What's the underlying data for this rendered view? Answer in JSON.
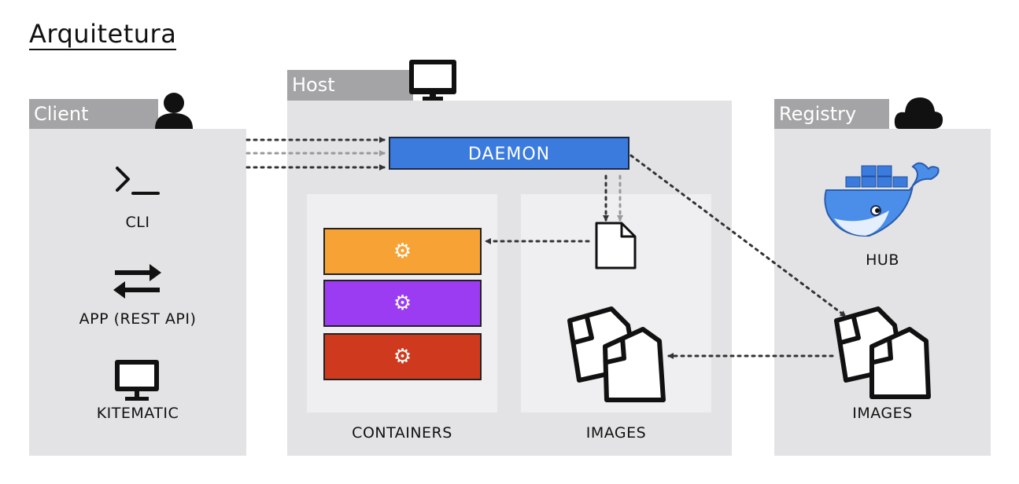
{
  "title": "Arquitetura",
  "client": {
    "label": "Client",
    "items": [
      {
        "label": "CLI",
        "icon": "terminal-icon"
      },
      {
        "label": "APP (REST API)",
        "icon": "swap-arrows-icon"
      },
      {
        "label": "KITEMATIC",
        "icon": "monitor-icon"
      }
    ],
    "header_icon": "user-icon"
  },
  "host": {
    "label": "Host",
    "header_icon": "monitor-icon",
    "daemon": "DAEMON",
    "containers_caption": "CONTAINERS",
    "images_caption": "IMAGES",
    "container_colors": [
      "#f7a234",
      "#9b3cf2",
      "#cf3a1f"
    ]
  },
  "registry": {
    "label": "Registry",
    "header_icon": "cloud-icon",
    "hub_caption": "HUB",
    "images_caption": "IMAGES",
    "logo_icon": "docker-whale-icon"
  },
  "colors": {
    "panel": "#e3e3e5",
    "panel_label": "#a4a4a6",
    "daemon": "#3b7bde"
  }
}
